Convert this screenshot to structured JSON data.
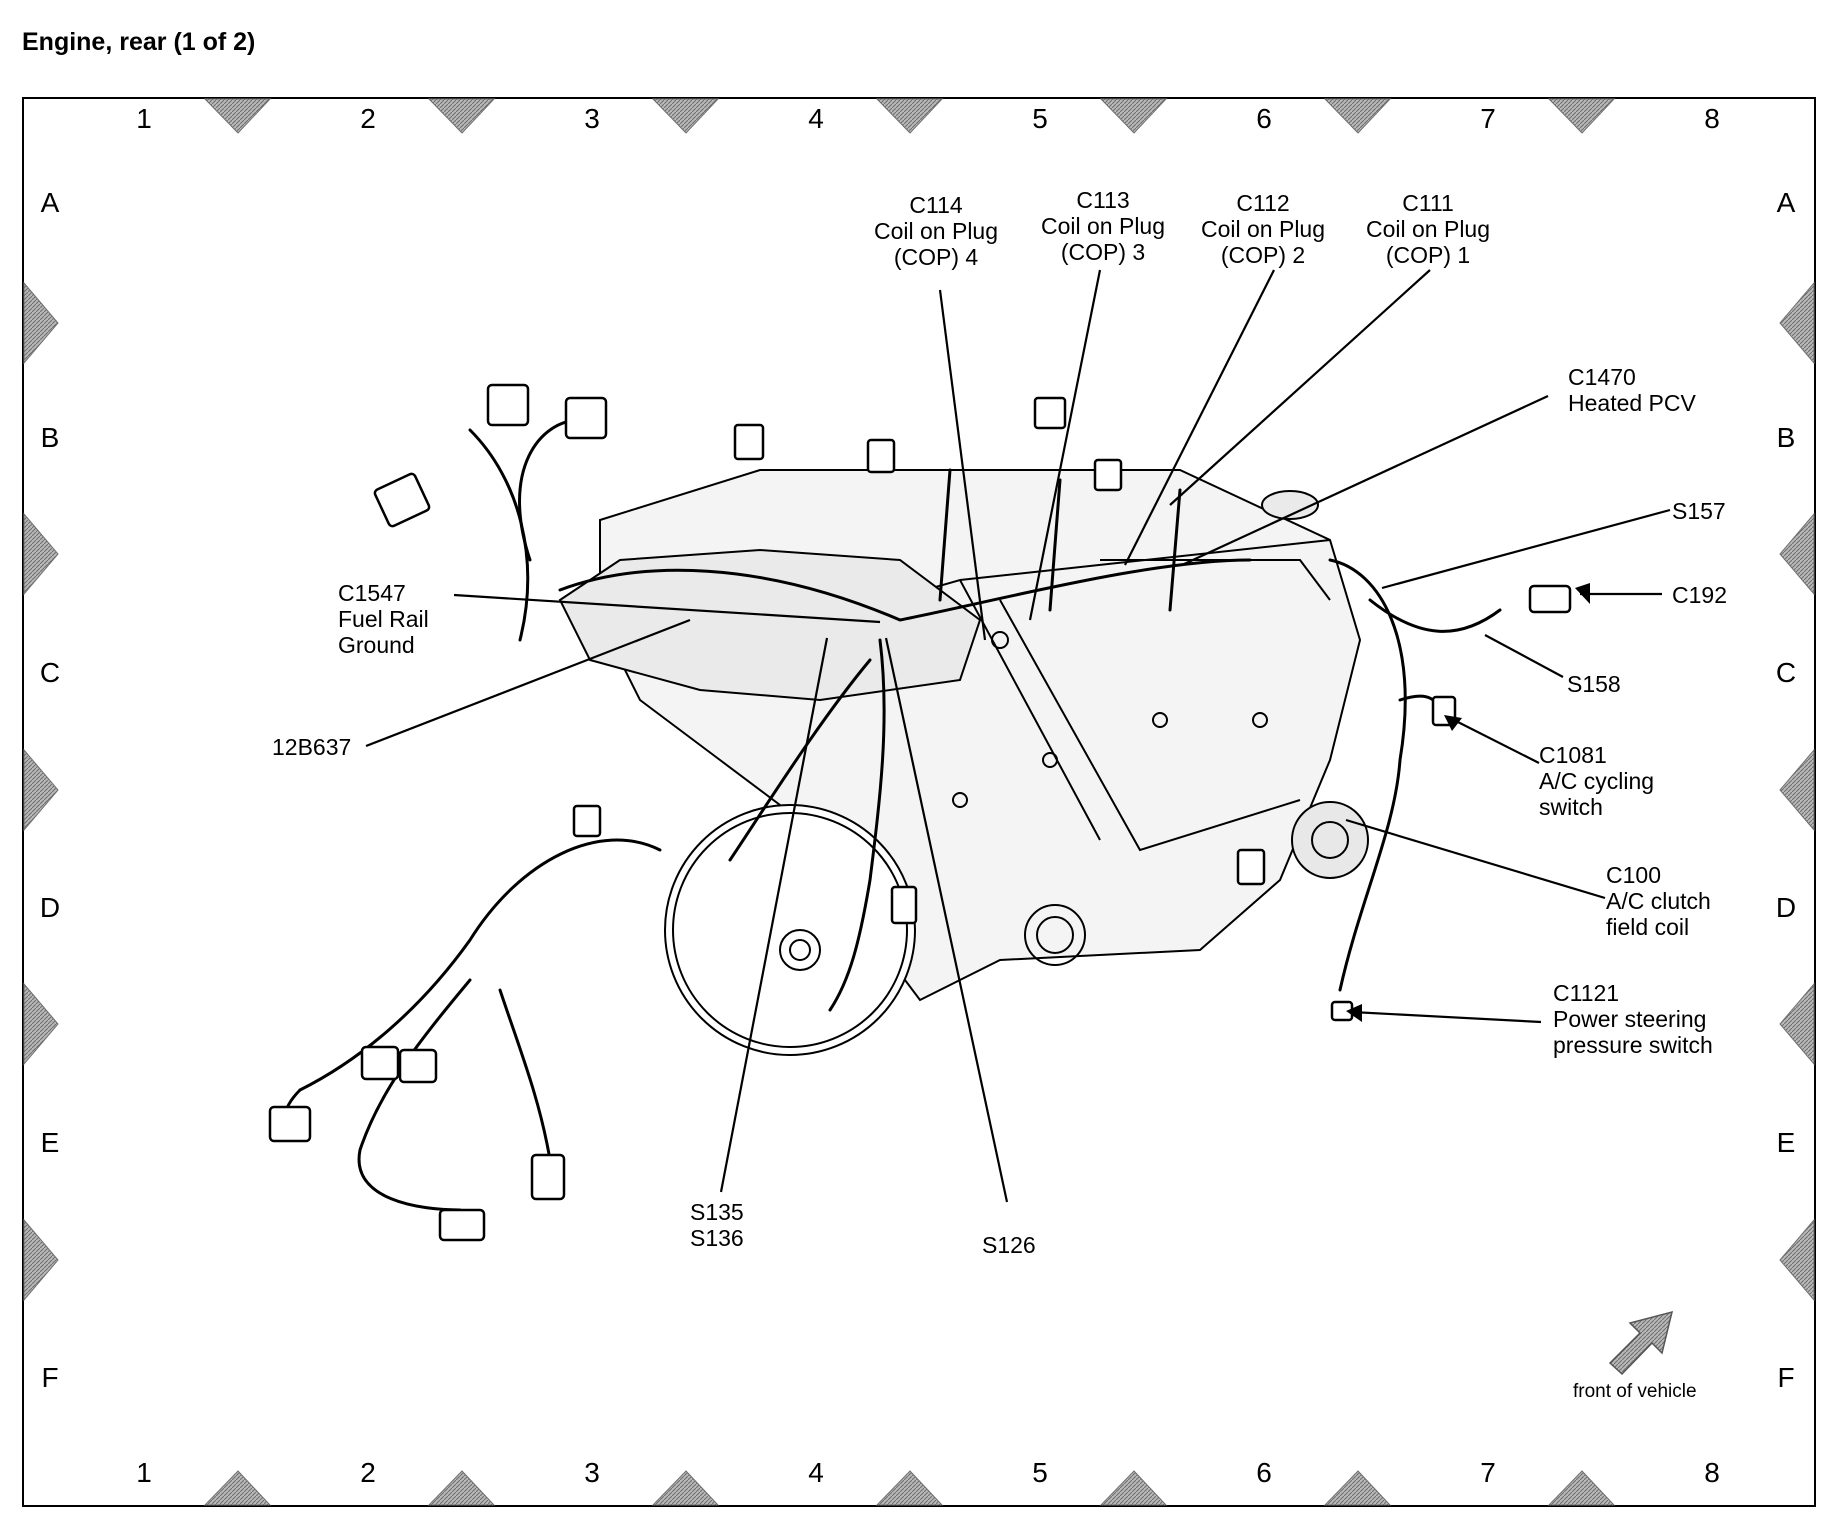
{
  "title": "Engine, rear (1 of 2)",
  "grid": {
    "columns": [
      "1",
      "2",
      "3",
      "4",
      "5",
      "6",
      "7",
      "8"
    ],
    "rows": [
      "A",
      "B",
      "C",
      "D",
      "E",
      "F"
    ]
  },
  "callouts": {
    "c114": [
      "C114",
      "Coil on Plug",
      "(COP) 4"
    ],
    "c113": [
      "C113",
      "Coil on Plug",
      "(COP) 3"
    ],
    "c112": [
      "C112",
      "Coil on Plug",
      "(COP) 2"
    ],
    "c111": [
      "C111",
      "Coil on Plug",
      "(COP) 1"
    ],
    "c1470": [
      "C1470",
      "Heated PCV"
    ],
    "s157": [
      "S157"
    ],
    "c192": [
      "C192"
    ],
    "s158": [
      "S158"
    ],
    "c1081": [
      "C1081",
      "A/C cycling",
      "switch"
    ],
    "c100": [
      "C100",
      "A/C clutch",
      "field coil"
    ],
    "c1121": [
      "C1121",
      "Power steering",
      "pressure switch"
    ],
    "c1547": [
      "C1547",
      "Fuel Rail",
      "Ground"
    ],
    "12b637": [
      "12B637"
    ],
    "s135": [
      "S135",
      "S136"
    ],
    "s126": [
      "S126"
    ]
  },
  "orientation_label": "front of vehicle",
  "colors": {
    "marker_gray": "#8c8c8c",
    "line": "#000000",
    "engine_fill": "#f2f2f2"
  },
  "icons": {
    "orientation": "arrow-icon"
  }
}
